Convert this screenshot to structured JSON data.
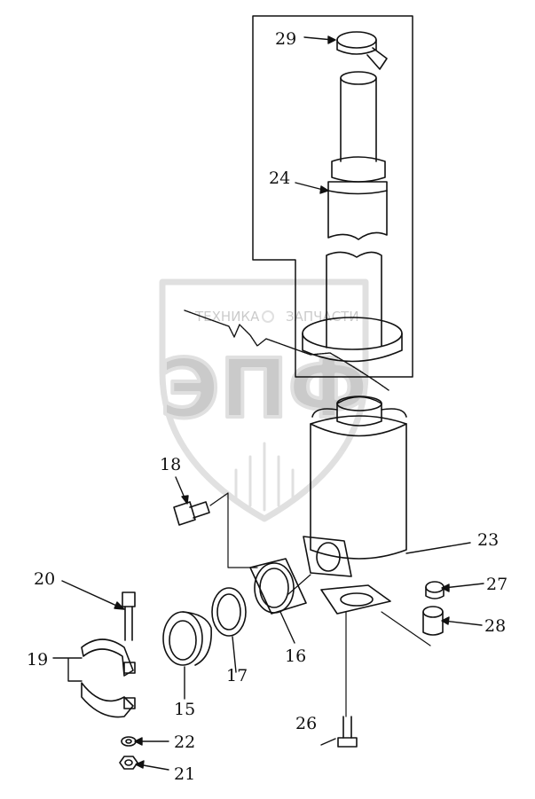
{
  "watermark": {
    "top_text": "ТЕХНИКА",
    "top_text_right": "ЗАПЧАСТИ",
    "logo_text": "ЭПФ"
  },
  "callouts": [
    {
      "id": "29",
      "label": "29"
    },
    {
      "id": "24",
      "label": "24"
    },
    {
      "id": "18",
      "label": "18"
    },
    {
      "id": "23",
      "label": "23"
    },
    {
      "id": "20",
      "label": "20"
    },
    {
      "id": "27",
      "label": "27"
    },
    {
      "id": "28",
      "label": "28"
    },
    {
      "id": "19",
      "label": "19"
    },
    {
      "id": "16",
      "label": "16"
    },
    {
      "id": "17",
      "label": "17"
    },
    {
      "id": "15",
      "label": "15"
    },
    {
      "id": "22",
      "label": "22"
    },
    {
      "id": "26",
      "label": "26"
    },
    {
      "id": "21",
      "label": "21"
    }
  ]
}
